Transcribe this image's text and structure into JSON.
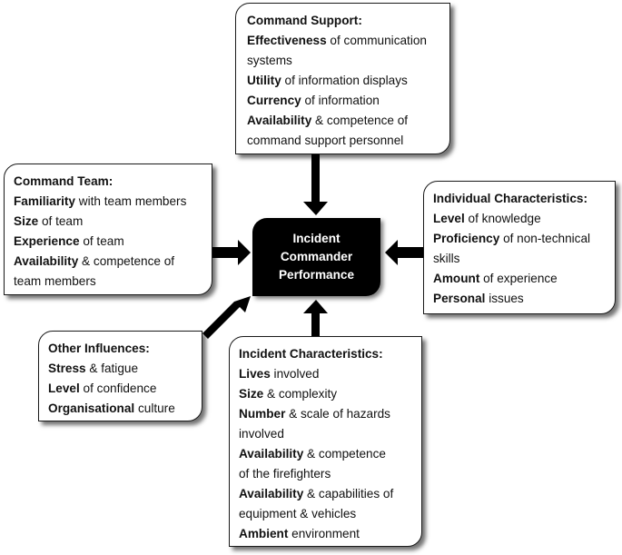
{
  "center": {
    "lines": [
      "Incident",
      "Commander",
      "Performance"
    ]
  },
  "command_support": {
    "title": "Command Support:",
    "items": [
      {
        "bold": "Effectiveness",
        "rest": " of communication"
      },
      {
        "bold": "",
        "rest": "systems"
      },
      {
        "bold": "Utility",
        "rest": " of information displays"
      },
      {
        "bold": "Currency",
        "rest": " of information"
      },
      {
        "bold": "Availability",
        "rest": " & competence of"
      },
      {
        "bold": "",
        "rest": "command support personnel"
      }
    ]
  },
  "command_team": {
    "title": "Command Team:",
    "items": [
      {
        "bold": "Familiarity",
        "rest": " with team members"
      },
      {
        "bold": "Size",
        "rest": " of team"
      },
      {
        "bold": "Experience",
        "rest": " of team"
      },
      {
        "bold": "Availability",
        "rest": " & competence of"
      },
      {
        "bold": "",
        "rest": "team members"
      }
    ]
  },
  "individual": {
    "title": "Individual Characteristics:",
    "items": [
      {
        "bold": "Level",
        "rest": " of knowledge"
      },
      {
        "bold": "Proficiency",
        "rest": " of non-technical"
      },
      {
        "bold": "",
        "rest": "skills"
      },
      {
        "bold": "Amount",
        "rest": " of experience"
      },
      {
        "bold": "Personal",
        "rest": " issues"
      }
    ]
  },
  "other": {
    "title": "Other Influences:",
    "items": [
      {
        "bold": "Stress",
        "rest": " & fatigue"
      },
      {
        "bold": "Level",
        "rest": " of confidence"
      },
      {
        "bold": "Organisational",
        "rest": " culture"
      }
    ]
  },
  "incident": {
    "title": "Incident Characteristics:",
    "items": [
      {
        "bold": "Lives",
        "rest": " involved"
      },
      {
        "bold": "Size",
        "rest": " & complexity"
      },
      {
        "bold": "Number",
        "rest": " & scale of hazards"
      },
      {
        "bold": "",
        "rest": "involved"
      },
      {
        "bold": "Availability",
        "rest": " & competence"
      },
      {
        "bold": "",
        "rest": "of the firefighters"
      },
      {
        "bold": "Availability",
        "rest": " & capabilities of"
      },
      {
        "bold": "",
        "rest": "equipment & vehicles"
      },
      {
        "bold": "Ambient",
        "rest": " environment"
      }
    ]
  }
}
